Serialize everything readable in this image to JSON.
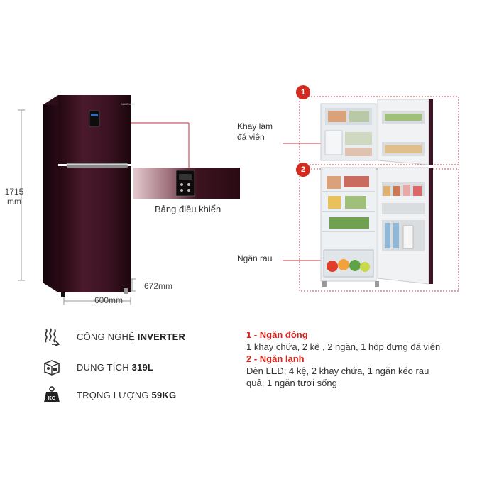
{
  "dimensions": {
    "height_value": "1715",
    "height_unit": "mm",
    "depth": "672mm",
    "width": "600mm"
  },
  "panel_label": "Bảng điều khiển",
  "callouts": {
    "ice_tray_line1": "Khay làm",
    "ice_tray_line2": "đá viên",
    "veg_drawer": "Ngăn rau"
  },
  "badges": {
    "one": "1",
    "two": "2"
  },
  "specs": [
    {
      "icon": "inverter-icon",
      "label": "CÔNG NGHỆ ",
      "value": "INVERTER"
    },
    {
      "icon": "capacity-icon",
      "label": "DUNG TÍCH ",
      "value": "319L"
    },
    {
      "icon": "weight-icon",
      "label": "TRỌNG LƯỢNG ",
      "value": "59KG",
      "icon_text": "KG"
    }
  ],
  "compartments": [
    {
      "title": "1 - Ngăn đông",
      "body": "1 khay chứa, 2 kệ , 2 ngăn, 1 hộp đựng đá viên"
    },
    {
      "title": "2 - Ngăn lạnh",
      "body": "Đèn LED; 4 kệ, 2 khay chứa, 1 ngăn kéo rau quả, 1 ngăn tươi sống"
    }
  ],
  "colors": {
    "accent_red": "#d42a1f",
    "fridge_body": "#3a1422",
    "dashed_outline": "#b24a55"
  }
}
